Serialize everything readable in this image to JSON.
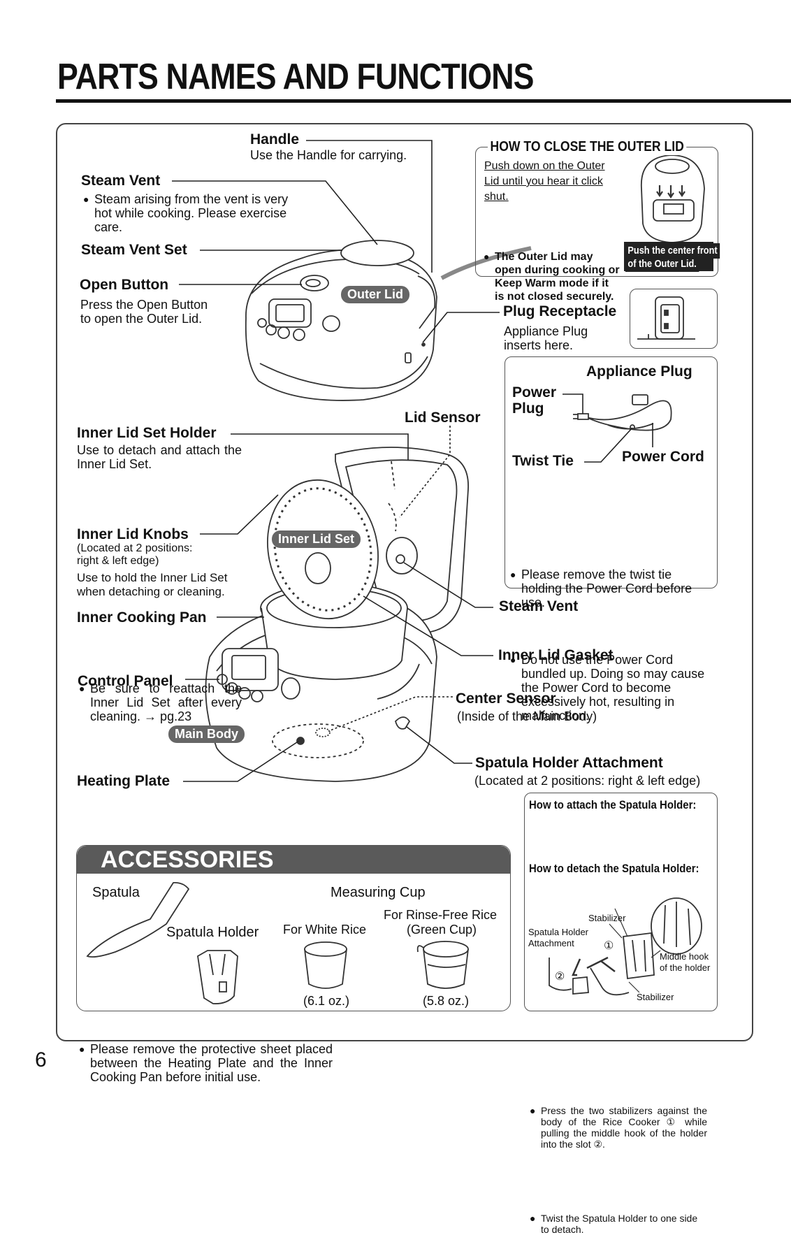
{
  "page": {
    "title": "PARTS NAMES AND FUNCTIONS",
    "page_number": "6"
  },
  "parts": {
    "handle": {
      "label": "Handle",
      "desc": "Use the Handle for carrying."
    },
    "steam_vent_top": {
      "label": "Steam Vent",
      "desc": "Steam arising from the vent is very hot while cooking. Please exercise care."
    },
    "steam_vent_set": {
      "label": "Steam Vent Set"
    },
    "open_button": {
      "label": "Open Button",
      "desc_1": "Press the Open Button",
      "desc_2": "to open the Outer Lid."
    },
    "outer_lid": {
      "label": "Outer Lid"
    },
    "plug_receptacle": {
      "label": "Plug Receptacle",
      "desc_1": "Appliance Plug",
      "desc_2": "inserts here."
    },
    "lid_sensor": {
      "label": "Lid Sensor"
    },
    "inner_lid_set_holder": {
      "label": "Inner Lid Set Holder",
      "desc": "Use to detach and attach the Inner Lid Set.",
      "bullet": "Be sure to reattach the Inner Lid Set after every cleaning. → pg.23"
    },
    "inner_lid_knobs": {
      "label": "Inner Lid Knobs",
      "note_1": "(Located at 2 positions:",
      "note_2": "right & left edge)",
      "desc_1": "Use to hold the Inner Lid Set",
      "desc_2": "when detaching or cleaning."
    },
    "inner_lid_set": {
      "label": "Inner Lid Set"
    },
    "inner_cooking_pan": {
      "label": "Inner Cooking Pan"
    },
    "control_panel": {
      "label": "Control Panel"
    },
    "main_body": {
      "label": "Main Body"
    },
    "heating_plate": {
      "label": "Heating Plate",
      "bullet": "Please remove the protective sheet placed between the Heating Plate and the Inner Cooking Pan before initial use."
    },
    "steam_vent_inner": {
      "label": "Steam Vent"
    },
    "inner_lid_gasket": {
      "label": "Inner Lid Gasket"
    },
    "center_sensor": {
      "label": "Center Sensor",
      "note": "(Inside of the Main Body)"
    },
    "spatula_holder_attachment": {
      "label": "Spatula Holder Attachment",
      "note": "(Located at 2 positions: right & left edge)"
    }
  },
  "close_lid": {
    "title": "HOW TO CLOSE THE OUTER LID",
    "line_1": "Push down on the Outer",
    "line_2": "Lid until you hear it click",
    "line_3": "shut.",
    "warning": "The Outer Lid may open during cooking or Keep Warm mode if it is not closed securely.",
    "callout_1": "Push the center front",
    "callout_2": "of the Outer Lid."
  },
  "cord_box": {
    "appliance_plug": "Appliance Plug",
    "power_plug_1": "Power",
    "power_plug_2": "Plug",
    "twist_tie": "Twist Tie",
    "power_cord": "Power Cord",
    "bullet_1": "Please remove the twist tie holding the Power Cord before use.",
    "bullet_2": "Do not use the Power Cord bundled up. Doing so may cause the Power Cord to become excessively hot, resulting in malfunction."
  },
  "accessories": {
    "title": "ACCESSORIES",
    "spatula": "Spatula",
    "spatula_holder": "Spatula Holder",
    "measuring_cup": "Measuring Cup",
    "white_rice": "For White Rice",
    "rinse_free_1": "For Rinse-Free Rice",
    "rinse_free_2": "(Green Cup)",
    "white_size": "(6.1 oz.)",
    "green_size": "(5.8 oz.)"
  },
  "spatula_holder_box": {
    "attach_title": "How to attach the Spatula Holder:",
    "attach_text": "Press the two stabilizers against the body of the Rice Cooker ① while pulling the middle hook of the holder into the slot ②.",
    "detach_title": "How to detach the Spatula Holder:",
    "detach_text": "Twist the Spatula Holder to one side to detach.",
    "stabilizer_top": "Stabilizer",
    "attachment_label_1": "Spatula Holder",
    "attachment_label_2": "Attachment",
    "middle_hook_1": "Middle hook",
    "middle_hook_2": "of the holder",
    "stabilizer_bottom": "Stabilizer",
    "num_1": "①",
    "num_2": "②"
  }
}
